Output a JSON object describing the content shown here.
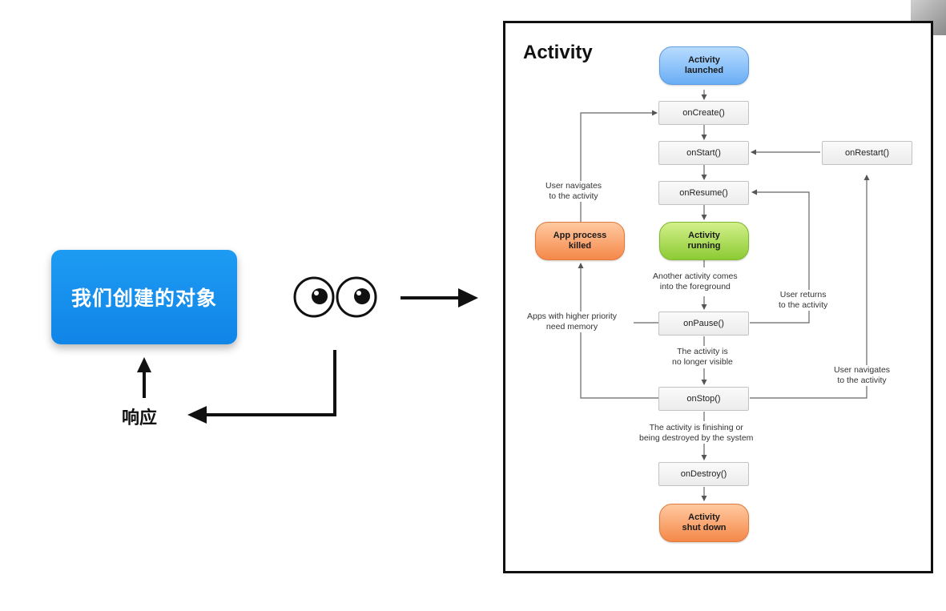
{
  "left": {
    "object_label": "我们创建的对象",
    "respond_label": "响应"
  },
  "diagram": {
    "title": "Activity",
    "nodes": {
      "launched": "Activity\nlaunched",
      "on_create": "onCreate()",
      "on_start": "onStart()",
      "on_restart": "onRestart()",
      "on_resume": "onResume()",
      "running": "Activity\nrunning",
      "process_killed": "App process\nkilled",
      "on_pause": "onPause()",
      "on_stop": "onStop()",
      "on_destroy": "onDestroy()",
      "shut_down": "Activity\nshut down"
    },
    "notes": {
      "user_navigates_top": "User navigates\nto the activity",
      "another_activity": "Another activity comes\ninto the foreground",
      "user_returns": "User returns\nto the activity",
      "apps_higher_priority": "Apps with higher priority\nneed memory",
      "no_longer_visible": "The activity is\nno longer visible",
      "user_navigates_right": "User navigates\nto the activity",
      "finishing": "The activity is finishing or\nbeing destroyed by the system"
    },
    "colors": {
      "launched": "#69aef5",
      "running": "#8ccb34",
      "terminal": "#f5884a"
    }
  }
}
